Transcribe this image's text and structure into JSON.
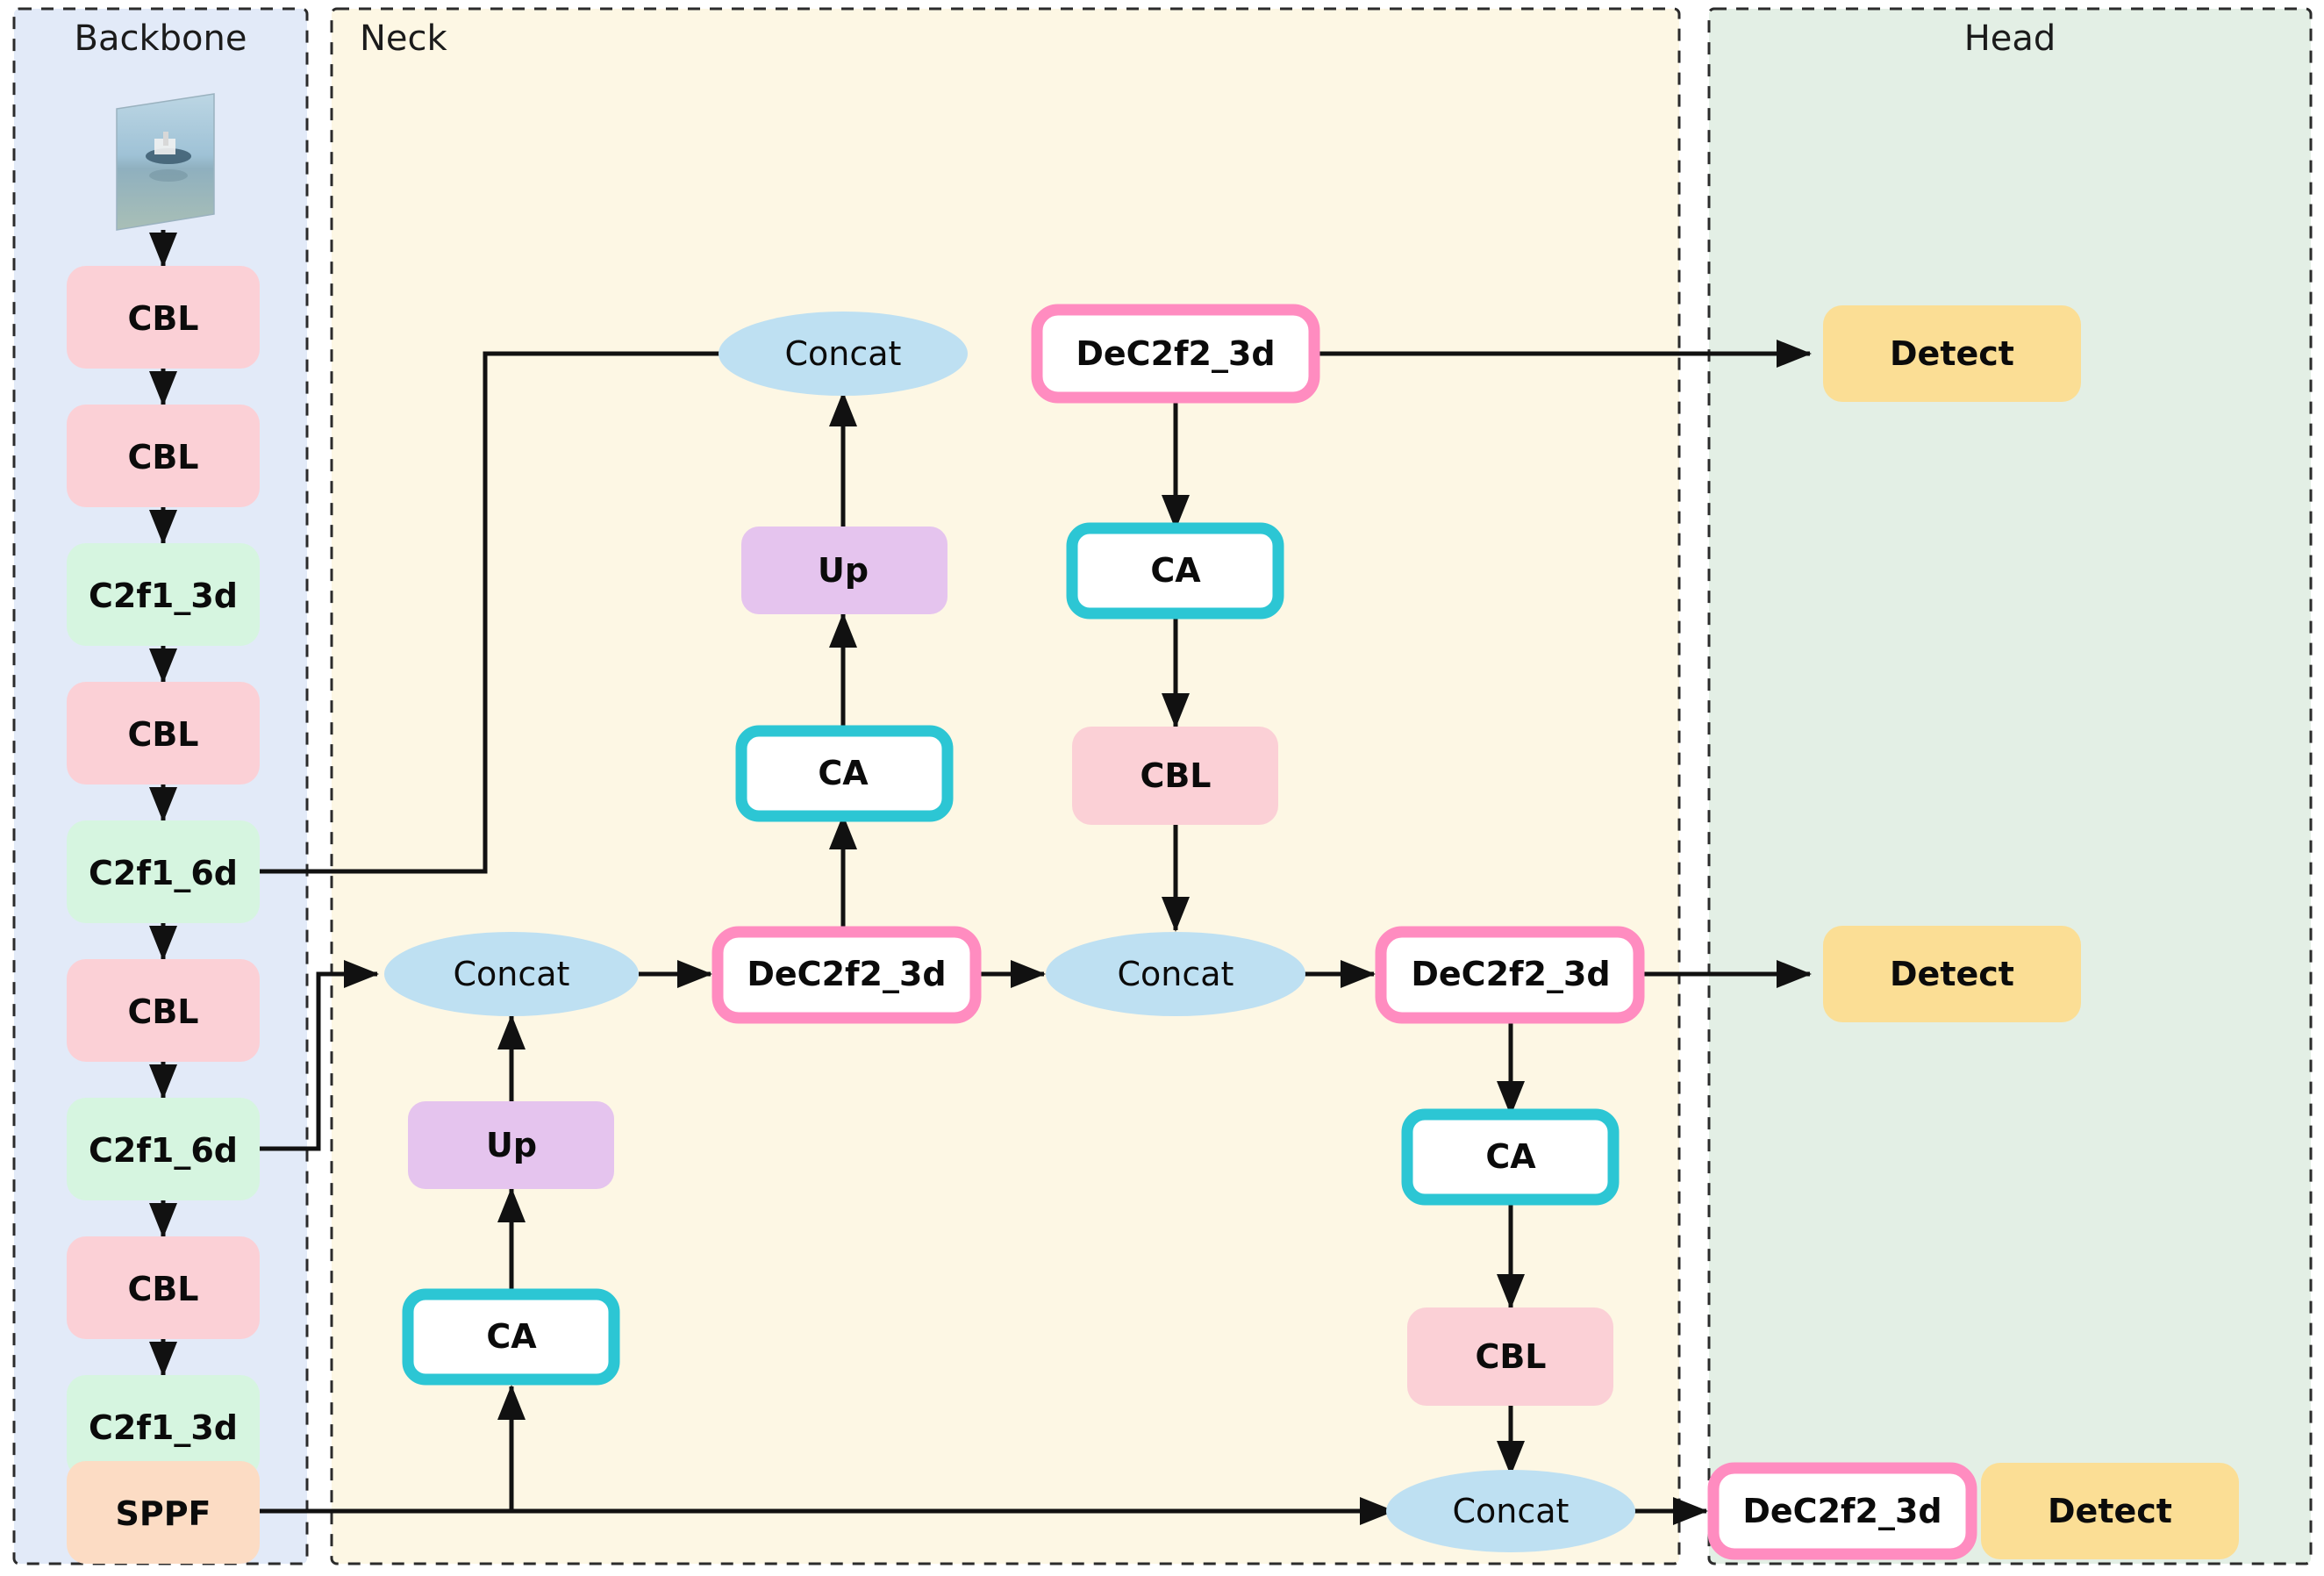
{
  "panels": [
    {
      "id": "backbone",
      "label": "Backbone",
      "fill": "#E2EAF8",
      "border": "#2b2b2b"
    },
    {
      "id": "neck",
      "label": "Neck",
      "fill": "#FDF7E4",
      "border": "#2b2b2b"
    },
    {
      "id": "head",
      "label": "Head",
      "fill": "#E3EFE5",
      "border": "#2b2b2b"
    }
  ],
  "colors": {
    "cbl": "#FBD0D6",
    "c2f": "#D6F5E0",
    "sppf": "#FCDCC4",
    "concat": "#BEE0F2",
    "up": "#E5C4EE",
    "ca_border": "#2CC6D4",
    "ca_fill": "#FFFFFF",
    "dec2f_border": "#FF8CC0",
    "dec2f_fill": "#FFFFFF",
    "detect": "#FBDE95",
    "edge": "#111111"
  },
  "backbone": {
    "input_icon": "input-image-thumbnail",
    "nodes": [
      {
        "id": "bb-cbl-1",
        "label": "CBL",
        "type": "cbl"
      },
      {
        "id": "bb-cbl-2",
        "label": "CBL",
        "type": "cbl"
      },
      {
        "id": "bb-c2f1-3d-1",
        "label": "C2f1_3d",
        "type": "c2f"
      },
      {
        "id": "bb-cbl-3",
        "label": "CBL",
        "type": "cbl"
      },
      {
        "id": "bb-c2f1-6d-1",
        "label": "C2f1_6d",
        "type": "c2f"
      },
      {
        "id": "bb-cbl-4",
        "label": "CBL",
        "type": "cbl"
      },
      {
        "id": "bb-c2f1-6d-2",
        "label": "C2f1_6d",
        "type": "c2f"
      },
      {
        "id": "bb-cbl-5",
        "label": "CBL",
        "type": "cbl"
      },
      {
        "id": "bb-c2f1-3d-2",
        "label": "C2f1_3d",
        "type": "c2f"
      },
      {
        "id": "bb-sppf",
        "label": "SPPF",
        "type": "sppf"
      }
    ]
  },
  "neck": {
    "nodes": [
      {
        "id": "nk-concat-top",
        "label": "Concat",
        "type": "concat"
      },
      {
        "id": "nk-dec2f-top",
        "label": "DeC2f2_3d",
        "type": "dec2f"
      },
      {
        "id": "nk-up-top",
        "label": "Up",
        "type": "up"
      },
      {
        "id": "nk-ca-upper-left",
        "label": "CA",
        "type": "ca"
      },
      {
        "id": "nk-ca-upper-right",
        "label": "CA",
        "type": "ca"
      },
      {
        "id": "nk-cbl-upper-right",
        "label": "CBL",
        "type": "cbl"
      },
      {
        "id": "nk-concat-mid-left",
        "label": "Concat",
        "type": "concat"
      },
      {
        "id": "nk-dec2f-mid-left",
        "label": "DeC2f2_3d",
        "type": "dec2f"
      },
      {
        "id": "nk-concat-mid-right",
        "label": "Concat",
        "type": "concat"
      },
      {
        "id": "nk-dec2f-mid-right",
        "label": "DeC2f2_3d",
        "type": "dec2f"
      },
      {
        "id": "nk-up-low",
        "label": "Up",
        "type": "up"
      },
      {
        "id": "nk-ca-low-left",
        "label": "CA",
        "type": "ca"
      },
      {
        "id": "nk-ca-low-right",
        "label": "CA",
        "type": "ca"
      },
      {
        "id": "nk-cbl-low-right",
        "label": "CBL",
        "type": "cbl"
      },
      {
        "id": "nk-concat-bottom",
        "label": "Concat",
        "type": "concat"
      },
      {
        "id": "nk-dec2f-bottom",
        "label": "DeC2f2_3d",
        "type": "dec2f"
      }
    ]
  },
  "head": {
    "nodes": [
      {
        "id": "hd-detect-1",
        "label": "Detect",
        "type": "detect"
      },
      {
        "id": "hd-detect-2",
        "label": "Detect",
        "type": "detect"
      },
      {
        "id": "hd-detect-3",
        "label": "Detect",
        "type": "detect"
      }
    ]
  }
}
